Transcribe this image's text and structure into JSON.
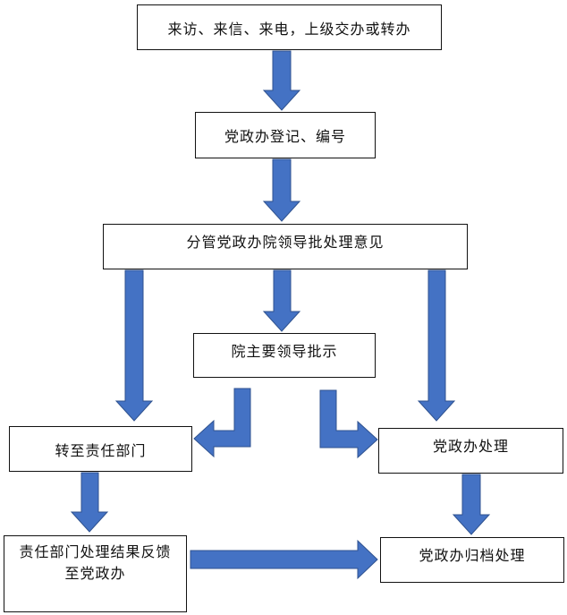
{
  "colors": {
    "arrow": "#4472c4",
    "arrow_stroke": "#2f528f",
    "border": "#111111",
    "background": "#ffffff"
  },
  "nodes": {
    "intake": "来访、来信、来电，上级交办或转办",
    "register": "党政办登记、编号",
    "leader_opinion": "分管党政办院领导批处理意见",
    "chief_leader": "院主要领导批示",
    "transfer_dept": "转至责任部门",
    "office_handle": "党政办处理",
    "dept_feedback": "责任部门处理结果反馈至党政办",
    "archive": "党政办归档处理"
  }
}
